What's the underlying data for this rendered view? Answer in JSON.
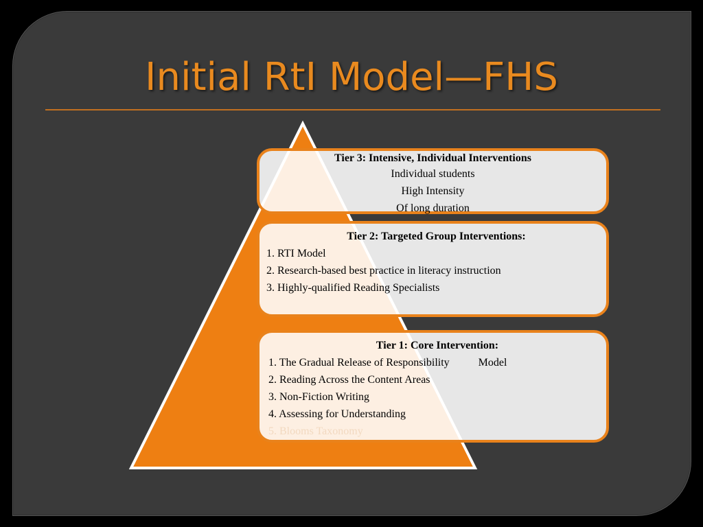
{
  "title": "Initial RtI Model—FHS",
  "colors": {
    "accent": "#e9821b",
    "background": "#3a3a3a",
    "title": "#e98a1f"
  },
  "tier3": {
    "heading": "Tier 3:  Intensive, Individual Interventions",
    "lines": [
      "Individual students",
      "High Intensity",
      "Of long duration"
    ]
  },
  "tier2": {
    "heading": "Tier 2:  Targeted Group Interventions:",
    "items": [
      "1.  RTI Model",
      "2.  Research-based best practice in literacy instruction",
      "3.  Highly-qualified Reading Specialists"
    ]
  },
  "tier1": {
    "heading": "Tier 1:  Core Intervention:",
    "item1_main": "1. The Gradual Release of Responsibility",
    "item1_tail": "Model",
    "items": [
      "2. Reading Across the Content Areas",
      "3. Non-Fiction Writing",
      "4. Assessing for Understanding",
      "5. Blooms Taxonomy"
    ]
  }
}
